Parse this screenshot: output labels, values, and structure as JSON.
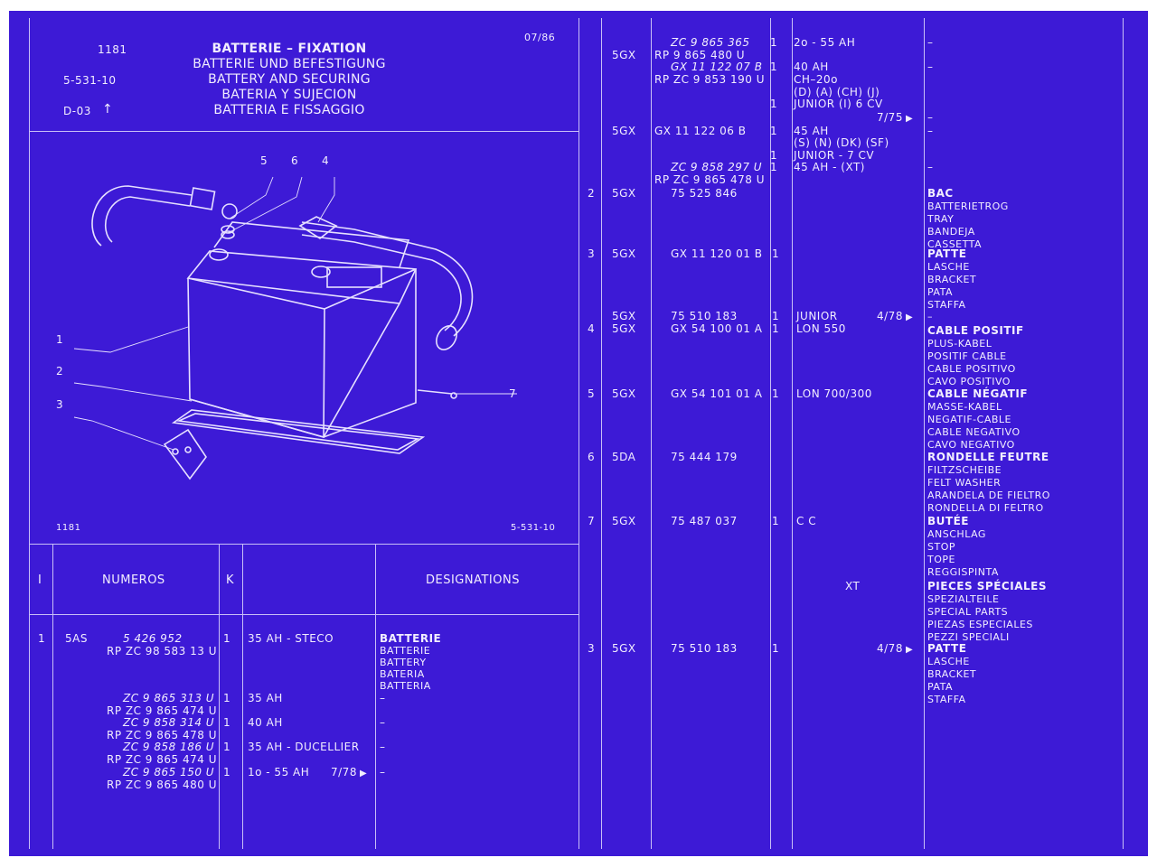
{
  "header": {
    "code_1181": "1181",
    "code_ref": "5-531-10",
    "code_d": "D-03",
    "date": "07/86",
    "titles": [
      "BATTERIE – FIXATION",
      "BATTERIE UND BEFESTIGUNG",
      "BATTERY AND SECURING",
      "BATERIA Y SUJECION",
      "BATTERIA E FISSAGGIO"
    ]
  },
  "diagram": {
    "callouts": [
      "1",
      "2",
      "3",
      "4",
      "5",
      "6",
      "7"
    ],
    "footer_left": "1181",
    "footer_right": "5-531-10"
  },
  "table_header": {
    "col_i": "I",
    "col_numeros": "NUMEROS",
    "col_k": "K",
    "col_designations": "DESIGNATIONS"
  },
  "left_rows": [
    {
      "item": "1",
      "code": "5AS",
      "num": "5 426 952",
      "num_italic": true,
      "k": "1",
      "desc": "35 AH - STECO",
      "dash": ""
    },
    {
      "item": "",
      "code": "",
      "num": "RP ZC 98 583 13 U",
      "num_italic": false,
      "k": "",
      "desc": "",
      "dash": ""
    },
    {
      "item": "",
      "code": "",
      "num": "ZC 9 865 313 U",
      "num_italic": true,
      "k": "1",
      "desc": "35 AH",
      "dash": "–"
    },
    {
      "item": "",
      "code": "",
      "num": "RP ZC 9 865 474 U",
      "num_italic": false,
      "k": "",
      "desc": "",
      "dash": ""
    },
    {
      "item": "",
      "code": "",
      "num": "ZC 9 858 314 U",
      "num_italic": true,
      "k": "1",
      "desc": "40 AH",
      "dash": "–"
    },
    {
      "item": "",
      "code": "",
      "num": "RP ZC 9 865 478 U",
      "num_italic": false,
      "k": "",
      "desc": "",
      "dash": ""
    },
    {
      "item": "",
      "code": "",
      "num": "ZC 9 858 186 U",
      "num_italic": true,
      "k": "1",
      "desc": "35 AH - DUCELLIER",
      "dash": "–"
    },
    {
      "item": "",
      "code": "",
      "num": "RP ZC 9 865 474 U",
      "num_italic": false,
      "k": "",
      "desc": "",
      "dash": ""
    },
    {
      "item": "",
      "code": "",
      "num": "ZC 9 865 150 U",
      "num_italic": true,
      "k": "1",
      "desc": "1o - 55 AH",
      "date": "7/78",
      "dash": "–"
    },
    {
      "item": "",
      "code": "",
      "num": "RP ZC 9 865 480 U",
      "num_italic": false,
      "k": "",
      "desc": "",
      "dash": ""
    }
  ],
  "left_designation": [
    "BATTERIE",
    "BATTERIE",
    "BATTERY",
    "BATERIA",
    "BATTERIA"
  ],
  "right_rows": [
    {
      "item": "",
      "code": "",
      "num": "ZC 9 865 365",
      "ital": true,
      "k": "1",
      "desc": "2o - 55 AH",
      "date": "",
      "des": "–"
    },
    {
      "item": "",
      "code": "5GX",
      "num": "RP 9 865 480 U",
      "ital": false,
      "k": "",
      "desc": "",
      "date": "",
      "des": ""
    },
    {
      "item": "",
      "code": "",
      "num": "GX 11 122 07 B",
      "ital": true,
      "k": "1",
      "desc": "40 AH",
      "date": "",
      "des": "–"
    },
    {
      "item": "",
      "code": "",
      "num": "RP ZC 9 853 190 U",
      "ital": false,
      "k": "",
      "desc": "CH–20o",
      "date": "",
      "des": ""
    },
    {
      "item": "",
      "code": "",
      "num": "",
      "ital": false,
      "k": "",
      "desc": "(D) (A) (CH) (J)",
      "date": "",
      "des": ""
    },
    {
      "item": "",
      "code": "",
      "num": "",
      "ital": false,
      "k": "1",
      "desc": "JUNIOR (I) 6 CV",
      "date": "",
      "des": ""
    },
    {
      "item": "",
      "code": "",
      "num": "",
      "ital": false,
      "k": "",
      "desc": "",
      "date": "7/75",
      "des": "–"
    },
    {
      "item": "",
      "code": "5GX",
      "num": "GX 11 122 06 B",
      "ital": false,
      "k": "1",
      "desc": "45 AH",
      "date": "",
      "des": "–"
    },
    {
      "item": "",
      "code": "",
      "num": "",
      "ital": false,
      "k": "",
      "desc": "(S) (N) (DK) (SF)",
      "date": "",
      "des": ""
    },
    {
      "item": "",
      "code": "",
      "num": "",
      "ital": false,
      "k": "1",
      "desc": "JUNIOR - 7 CV",
      "date": "",
      "des": ""
    },
    {
      "item": "",
      "code": "",
      "num": "ZC 9 858 297 U",
      "ital": true,
      "k": "1",
      "desc": "45 AH - (XT)",
      "date": "",
      "des": "–"
    },
    {
      "item": "",
      "code": "",
      "num": "RP ZC 9 865 478 U",
      "ital": false,
      "k": "",
      "desc": "",
      "date": "",
      "des": ""
    }
  ],
  "right_blocks": [
    {
      "item": "2",
      "code": "5GX",
      "num": "75 525 846",
      "k": "",
      "desc": "",
      "date": "",
      "lines": [
        "BAC",
        "BATTERIETROG",
        "TRAY",
        "BANDEJA",
        "CASSETTA"
      ]
    },
    {
      "item": "3",
      "code": "5GX",
      "num": "GX 11 120 01 B",
      "k": "1",
      "desc": "",
      "date": "",
      "lines": [
        "PATTE",
        "LASCHE",
        "BRACKET",
        "PATA",
        "STAFFA"
      ]
    },
    {
      "item": "",
      "code": "5GX",
      "num": "75 510 183",
      "k": "1",
      "desc": "JUNIOR",
      "date": "4/78",
      "lines": [
        "–"
      ]
    },
    {
      "item": "4",
      "code": "5GX",
      "num": "GX 54 100 01 A",
      "k": "1",
      "desc": "LON 550",
      "date": "",
      "lines": [
        "CABLE POSITIF",
        "PLUS-KABEL",
        "POSITIF CABLE",
        "CABLE POSITIVO",
        "CAVO POSITIVO"
      ]
    },
    {
      "item": "5",
      "code": "5GX",
      "num": "GX 54 101 01 A",
      "k": "1",
      "desc": "LON 700/300",
      "date": "",
      "lines": [
        "CABLE NÉGATIF",
        "MASSE-KABEL",
        "NEGATIF-CABLE",
        "CABLE NEGATIVO",
        "CAVO NEGATIVO"
      ]
    },
    {
      "item": "6",
      "code": "5DA",
      "num": "75 444 179",
      "k": "",
      "desc": "",
      "date": "",
      "lines": [
        "RONDELLE FEUTRE",
        "FILTZSCHEIBE",
        "FELT WASHER",
        "ARANDELA DE FIELTRO",
        "RONDELLA DI FELTRO"
      ]
    },
    {
      "item": "7",
      "code": "5GX",
      "num": "75 487 037",
      "k": "1",
      "desc": "C C",
      "date": "",
      "lines": [
        "BUTÉE",
        "ANSCHLAG",
        "STOP",
        "TOPE",
        "REGGISPINTA"
      ]
    },
    {
      "item": "",
      "code": "",
      "num": "",
      "k": "",
      "desc": "XT",
      "date": "",
      "lines": [
        "PIECES SPÉCIALES",
        "SPEZIALTEILE",
        "SPECIAL PARTS",
        "PIEZAS ESPECIALES",
        "PEZZI SPECIALI"
      ]
    },
    {
      "item": "3",
      "code": "5GX",
      "num": "75 510 183",
      "k": "1",
      "desc": "",
      "date": "4/78",
      "lines": [
        "PATTE",
        "LASCHE",
        "BRACKET",
        "PATA",
        "STAFFA"
      ]
    }
  ]
}
